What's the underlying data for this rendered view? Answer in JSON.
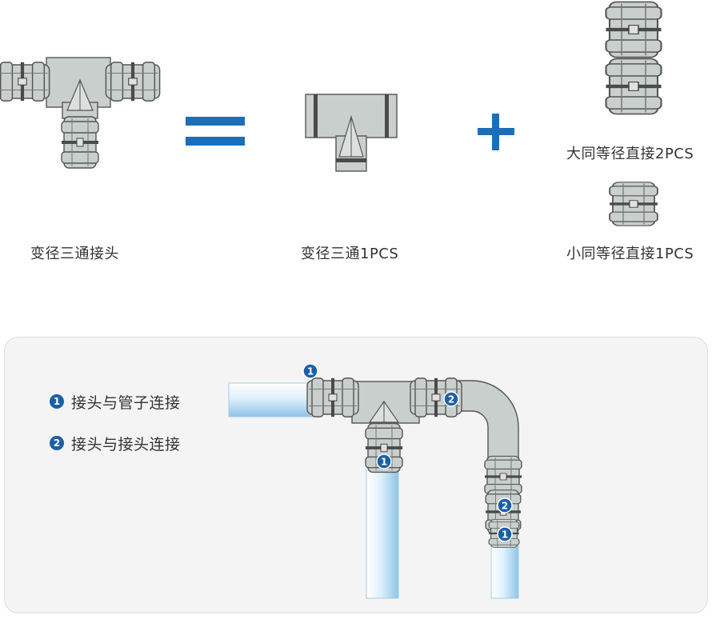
{
  "top_labels": {
    "reducing_tee_coupling": "变径三通接头",
    "reducing_tee": "变径三通1PCS",
    "large_coupling": "大同等径直接2PCS",
    "small_coupling": "小同等径直接1PCS"
  },
  "legend": [
    {
      "number": "1",
      "text": "接头与管子连接"
    },
    {
      "number": "2",
      "text": "接头与接头连接"
    }
  ],
  "callouts": [
    "1",
    "2",
    "1",
    "2",
    "1"
  ],
  "colors": {
    "fitting": "#c9cfcc",
    "fitting_stroke": "#555555",
    "band": "#4a4a4a",
    "symbol_blue": "#1b6fb8",
    "badge_blue": "#1b5fa8",
    "pipe_light": "#e6f3fb",
    "pipe_blue": "#9fcdea"
  }
}
